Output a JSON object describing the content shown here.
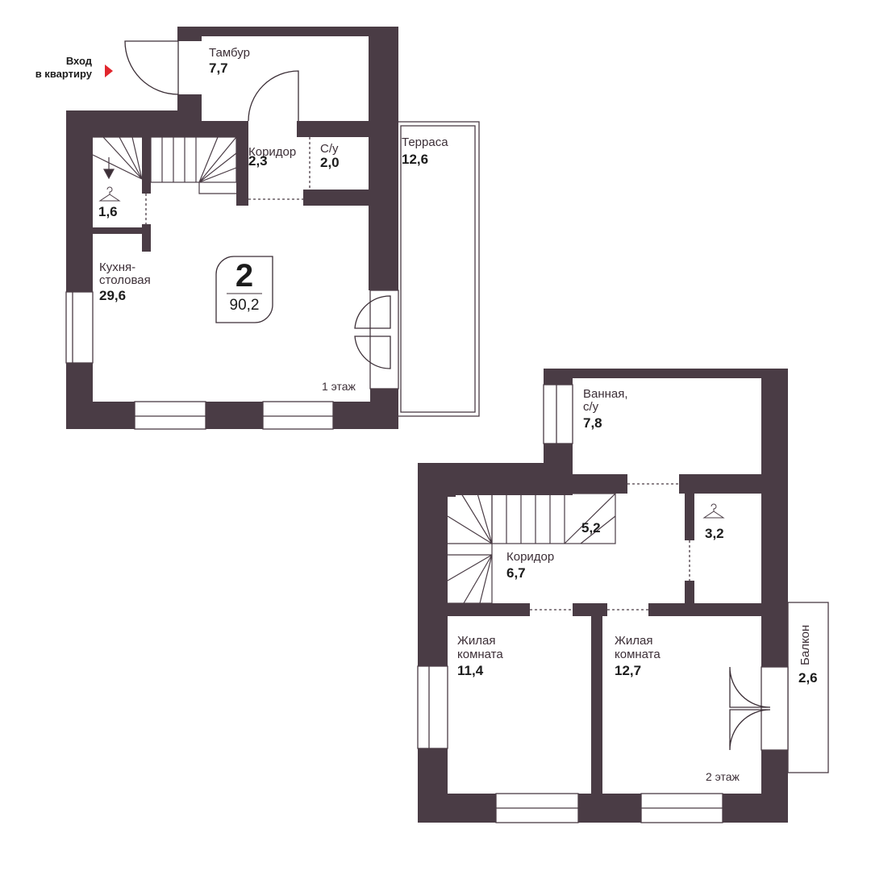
{
  "entry": {
    "line1": "Вход",
    "line2": "в квартиру",
    "marker_color": "#e1262d"
  },
  "apartment": {
    "rooms": "2",
    "total_area": "90,2"
  },
  "floors": {
    "first": "1 этаж",
    "second": "2 этаж"
  },
  "colors": {
    "wall": "#4a3c45",
    "text": "#3c2f37"
  },
  "rooms": {
    "tambur": {
      "label": "Тамбур",
      "area": "7,7"
    },
    "koridor1": {
      "label": "Коридор",
      "area": "2,3"
    },
    "su": {
      "label": "С/у",
      "area": "2,0"
    },
    "terrace": {
      "label": "Терраса",
      "area": "12,6"
    },
    "wardrobe1": {
      "label": "",
      "area": "1,6",
      "icon": "hanger-icon"
    },
    "kitchen": {
      "label_line1": "Кухня-",
      "label_line2": "столовая",
      "area": "29,6"
    },
    "bathroom": {
      "label_line1": "Ванная,",
      "label_line2": "с/у",
      "area": "7,8"
    },
    "stairs2": {
      "area": "5,2"
    },
    "wardrobe2": {
      "area": "3,2",
      "icon": "hanger-icon"
    },
    "koridor2": {
      "label": "Коридор",
      "area": "6,7"
    },
    "living1": {
      "label_line1": "Жилая",
      "label_line2": "комната",
      "area": "11,4"
    },
    "living2": {
      "label_line1": "Жилая",
      "label_line2": "комната",
      "area": "12,7"
    },
    "balcony": {
      "label": "Балкон",
      "area": "2,6"
    }
  }
}
